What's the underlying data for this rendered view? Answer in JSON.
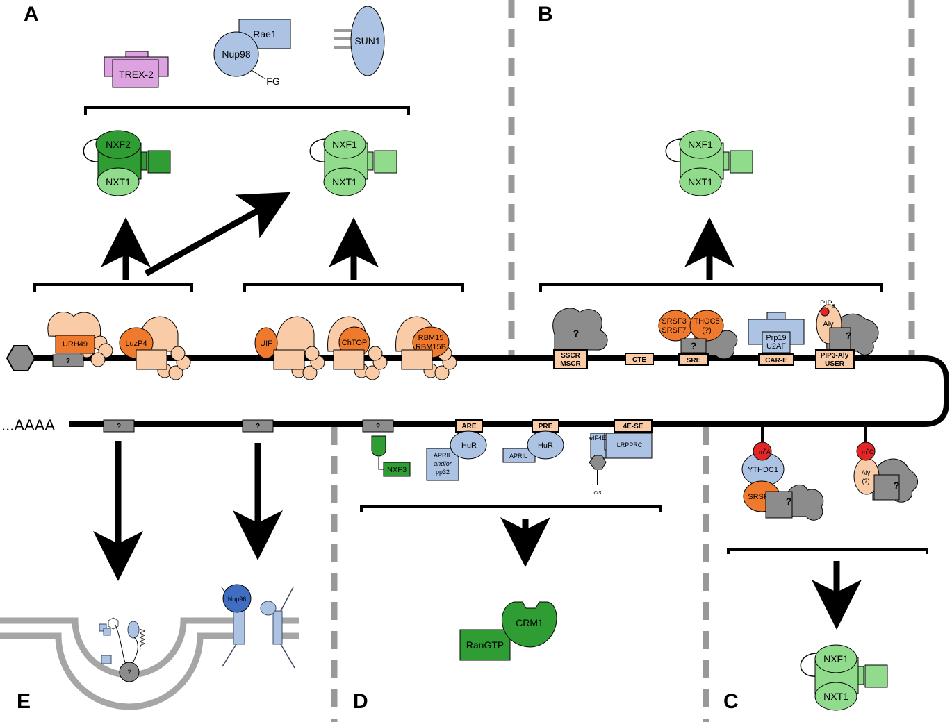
{
  "panels": {
    "a": "A",
    "b": "B",
    "c": "C",
    "d": "D",
    "e": "E"
  },
  "top_a": {
    "trex2": "TREX-2",
    "nup98": "Nup98",
    "rae1": "Rae1",
    "fg": "FG",
    "sun1": "SUN1"
  },
  "receptors": {
    "nxf2": "NXF2",
    "nxt1": "NXT1",
    "nxf1": "NXF1"
  },
  "rna_upper": {
    "urh49": "URH49",
    "q": "?",
    "luzp4": "LuzP4",
    "uif": "UIF",
    "chtop": "ChTOP",
    "rbm15": "RBM15",
    "rbm15b": "RBM15B",
    "sscr": "SSCR",
    "mscr": "MSCR",
    "cte": "CTE",
    "srsf3": "SRSF3",
    "srsf7": "SRSF7",
    "thoc5": "THOC5",
    "thoc5_q": "(?)",
    "sre": "SRE",
    "prp19": "Prp19",
    "u2af": "U2AF",
    "care": "CAR-E",
    "pip3": "PIP",
    "pip3_sub": "3",
    "aly": "Aly",
    "pip3aly": "PIP3-Aly",
    "user": "USER"
  },
  "rna_lower": {
    "polya": "...AAAA",
    "q": "?",
    "nxf3": "NXF3",
    "are": "ARE",
    "hur": "HuR",
    "april": "APRIL",
    "andor": "and/or",
    "pp32": "pp32",
    "pre": "PRE",
    "se4e": "4E-SE",
    "eif4e": "eIF4E",
    "lrpprc": "LRPPRC",
    "cis": "cis",
    "m6a_m": "m",
    "m6a_sup": "6",
    "m6a_a": "A",
    "ythdc1": "YTHDC1",
    "srsf3": "SRSF3",
    "m5c_m": "m",
    "m5c_sup": "5",
    "m5c_c": "C",
    "aly": "Aly",
    "aly_q": "(?)"
  },
  "panel_d": {
    "crm1": "CRM1",
    "rangtp": "RanGTP"
  },
  "panel_e": {
    "nup96": "Nup96",
    "q": "?",
    "aaaa": "AAAA..."
  },
  "colors": {
    "peach": "#f9cba6",
    "orange": "#ef7a2e",
    "dark_green": "#2f9d34",
    "light_green": "#90dc8c",
    "gray": "#8c8c8c",
    "blue": "#adc3e4",
    "dark_blue": "#3e6dc1",
    "pink": "#dca3e0",
    "red": "#e02626"
  }
}
